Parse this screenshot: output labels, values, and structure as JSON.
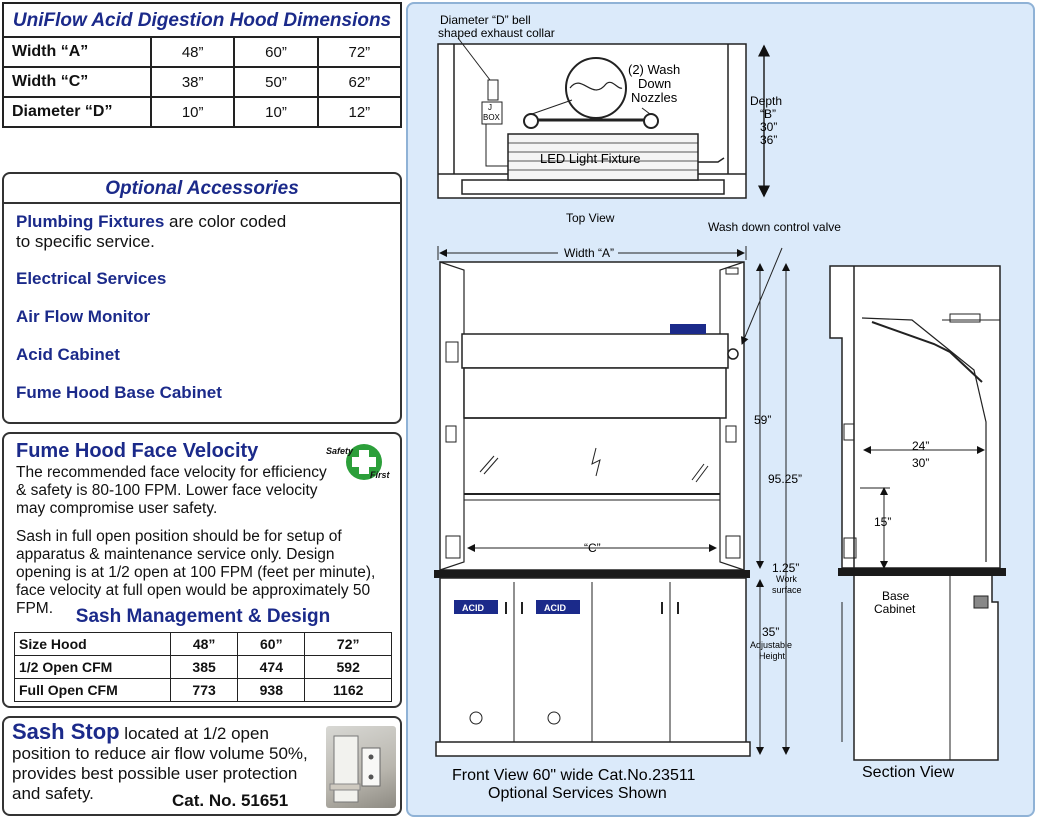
{
  "dimensions": {
    "title": "UniFlow Acid Digestion Hood Dimensions",
    "rows": [
      {
        "label": "Width “A”",
        "values": [
          "48”",
          "60”",
          "72”"
        ]
      },
      {
        "label": "Width “C”",
        "values": [
          "38”",
          "50”",
          "62”"
        ]
      },
      {
        "label": "Diameter “D”",
        "values": [
          "10”",
          "10”",
          "12”"
        ]
      }
    ]
  },
  "accessories": {
    "title": "Optional Accessories",
    "plumbing_bold": "Plumbing Fixtures",
    "plumbing_rest_1": " are color coded",
    "plumbing_rest_2": "to specific service.",
    "items": [
      "Electrical Services",
      "Air Flow Monitor",
      "Acid Cabinet",
      "Fume Hood Base Cabinet"
    ]
  },
  "face_velocity": {
    "title": "Fume Hood Face Velocity",
    "badge_top": "Safety",
    "badge_bottom": "First",
    "para1": "The recommended face velocity for efficiency & safety is 80-100 FPM. Lower face velocity may compromise user safety.",
    "para2": "Sash in full open position should be for setup of apparatus & maintenance service only. Design opening is at 1/2 open at 100 FPM (feet per minute), face velocity at full open would be approximately 50 FPM."
  },
  "sash": {
    "title": "Sash Management & Design",
    "header": {
      "label": "Size Hood",
      "values": [
        "48”",
        "60”",
        "72”"
      ]
    },
    "rows": [
      {
        "label": "1/2 Open CFM",
        "values": [
          "385",
          "474",
          "592"
        ]
      },
      {
        "label": "Full Open CFM",
        "values": [
          "773",
          "938",
          "1162"
        ]
      }
    ]
  },
  "sash_stop": {
    "title": "Sash Stop",
    "text": " located at 1/2 open position to reduce air flow volume 50%, provides best possible user protection and safety.",
    "cat": "Cat. No. 51651"
  },
  "diagram": {
    "top_view": {
      "collar_label_1": "Diameter “D” bell",
      "collar_label_2": "shaped exhaust collar",
      "nozzles_1": "(2) Wash",
      "nozzles_2": "Down",
      "nozzles_3": "Nozzles",
      "jbox_1": "J",
      "jbox_2": "BOX",
      "led": "LED Light Fixture",
      "depth_1": "Depth",
      "depth_2": "“B”",
      "depth_3": "30”",
      "depth_4": "36”",
      "caption": "Top View"
    },
    "front_view": {
      "valve_label": "Wash down control valve",
      "width_a": "Width “A”",
      "width_c": "“C”",
      "h59": "59”",
      "h9525": "95.25”",
      "h125": "1.25”",
      "work_1": "Work",
      "work_2": "surface",
      "h35": "35”",
      "adj_1": "Adjustable",
      "adj_2": "Height",
      "acid_label": "ACID",
      "caption_1": "Front View 60\" wide Cat.No.23511",
      "caption_2": "Optional Services Shown"
    },
    "section_view": {
      "d24": "24”",
      "d30": "30”",
      "d15": "15”",
      "base_1": "Base",
      "base_2": "Cabinet",
      "caption": "Section View"
    }
  }
}
